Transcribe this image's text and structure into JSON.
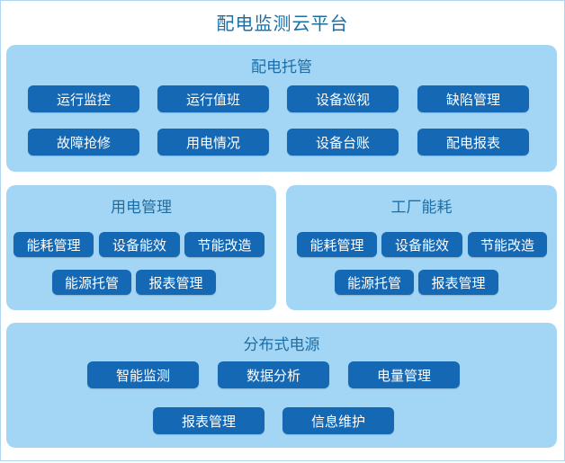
{
  "title": "配电监测云平台",
  "colors": {
    "accent": "#1568b3",
    "panel": "#a3d6f5",
    "title": "#1a6fa6"
  },
  "panels": [
    {
      "title": "配电托管",
      "buttons": [
        "运行监控",
        "运行值班",
        "设备巡视",
        "缺陷管理",
        "故障抢修",
        "用电情况",
        "设备台账",
        "配电报表"
      ]
    },
    {
      "title": "用电管理",
      "buttons": [
        "能耗管理",
        "设备能效",
        "节能改造",
        "能源托管",
        "报表管理"
      ]
    },
    {
      "title": "工厂能耗",
      "buttons": [
        "能耗管理",
        "设备能效",
        "节能改造",
        "能源托管",
        "报表管理"
      ]
    },
    {
      "title": "分布式电源",
      "buttons": [
        "智能监测",
        "数据分析",
        "电量管理",
        "报表管理",
        "信息维护"
      ]
    }
  ]
}
